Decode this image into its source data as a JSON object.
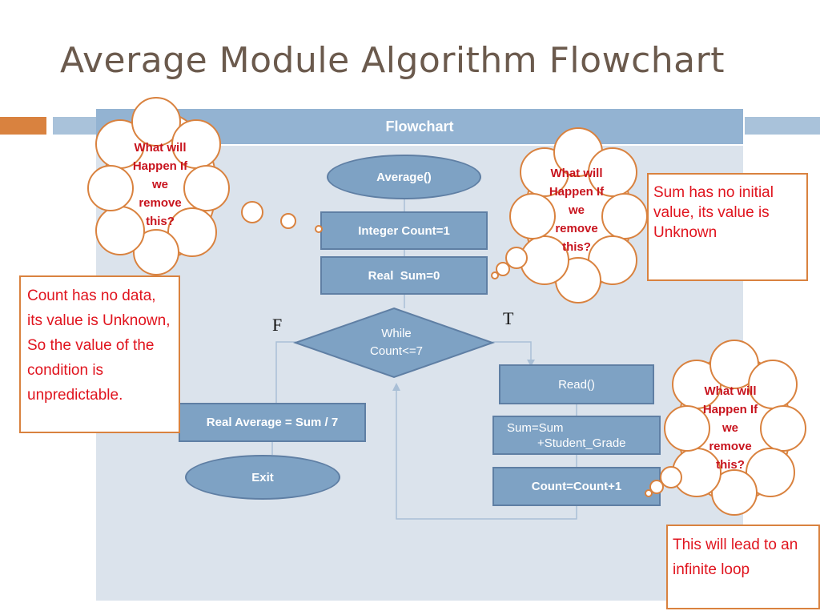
{
  "title": "Average Module Algorithm Flowchart",
  "panel_header": "Flowchart",
  "nodes": {
    "average": "Average()",
    "integer_count": "Integer Count=1",
    "real_sum": "Real  Sum=0",
    "while_line1": "While",
    "while_line2": "Count<=7",
    "read": "Read()",
    "sum_line1": "Sum=Sum",
    "sum_line2": "+Student_Grade",
    "count_inc": "Count=Count+1",
    "real_average": "Real Average = Sum / 7",
    "exit": "Exit"
  },
  "branch_labels": {
    "false": "F",
    "true": "T"
  },
  "clouds": {
    "cloud_1": [
      "What will",
      "Happen If",
      "we",
      "remove",
      "this?"
    ],
    "cloud_2": [
      "What will",
      "Happen If",
      "we",
      "remove",
      "this?"
    ],
    "cloud_3": [
      "What will",
      "Happen If",
      "we",
      "remove",
      "this?"
    ]
  },
  "callouts": {
    "sum_note": "Sum has no initial value, its value is Unknown",
    "count_note": "Count has no data, its value is Unknown, So the value of the condition is unpredictable.",
    "loop_note": "This will lead to an infinite loop"
  },
  "colors": {
    "title": "#6b5a4d",
    "panel": "#dbe3ec",
    "header": "#93b3d2",
    "node_fill": "#7ea2c4",
    "cloud_border": "#d9823f",
    "callout_text": "#e0141e"
  }
}
